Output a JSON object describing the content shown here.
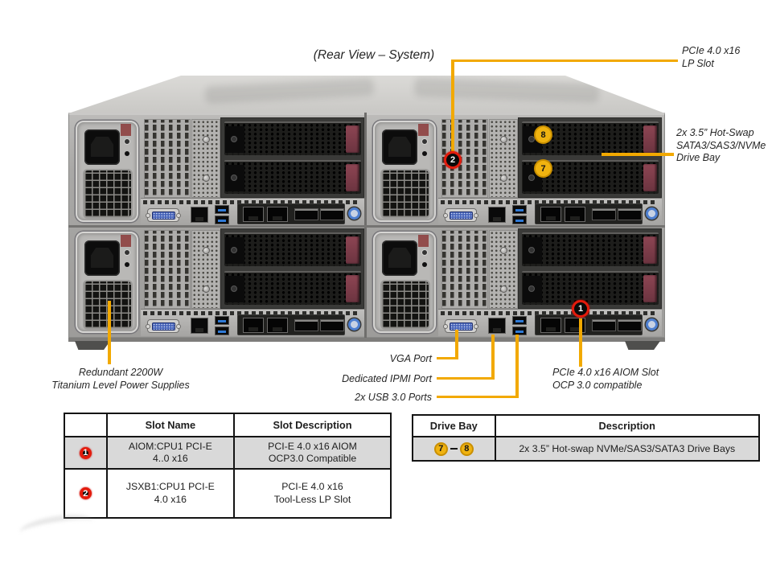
{
  "title": "(Rear View – System)",
  "labels": {
    "pcie_lp": {
      "line1": "PCIe 4.0 x16",
      "line2": "LP Slot"
    },
    "drive_bay": {
      "line1": "2x 3.5” Hot-Swap",
      "line2": "SATA3/SAS3/NVMe",
      "line3": "Drive Bay"
    },
    "psu": {
      "line1": "Redundant 2200W",
      "line2": "Titanium Level Power Supplies"
    },
    "vga": "VGA Port",
    "ipmi": "Dedicated IPMI Port",
    "usb": "2x USB 3.0 Ports",
    "aiom": {
      "line1": "PCIe 4.0 x16 AIOM Slot",
      "line2": "OCP 3.0 compatible"
    }
  },
  "markers": {
    "n1": "1",
    "n2": "2",
    "n7": "7",
    "n8": "8"
  },
  "slot_table": {
    "headers": {
      "marker": "",
      "name": "Slot Name",
      "desc": "Slot Description"
    },
    "rows": [
      {
        "marker": "1",
        "name1": "AIOM:CPU1 PCI-E",
        "name2": "4..0 x16",
        "desc1": "PCI-E 4.0 x16 AIOM",
        "desc2": "OCP3.0 Compatible"
      },
      {
        "marker": "2",
        "name1": "JSXB1:CPU1 PCI-E",
        "name2": "4.0 x16",
        "desc1": "PCI-E 4.0 x16",
        "desc2": "Tool-Less LP Slot"
      }
    ]
  },
  "drive_table": {
    "headers": {
      "bay": "Drive Bay",
      "desc": "Description"
    },
    "row": {
      "marker_a": "7",
      "marker_b": "8",
      "desc": "2x 3.5” Hot-swap NVMe/SAS3/SATA3 Drive Bays"
    }
  },
  "colors": {
    "callout_yellow": "#F2A900",
    "marker_red": "#E31B0C",
    "marker_yellow": "#F0B310",
    "table_row_gray": "#D9D9D9"
  }
}
